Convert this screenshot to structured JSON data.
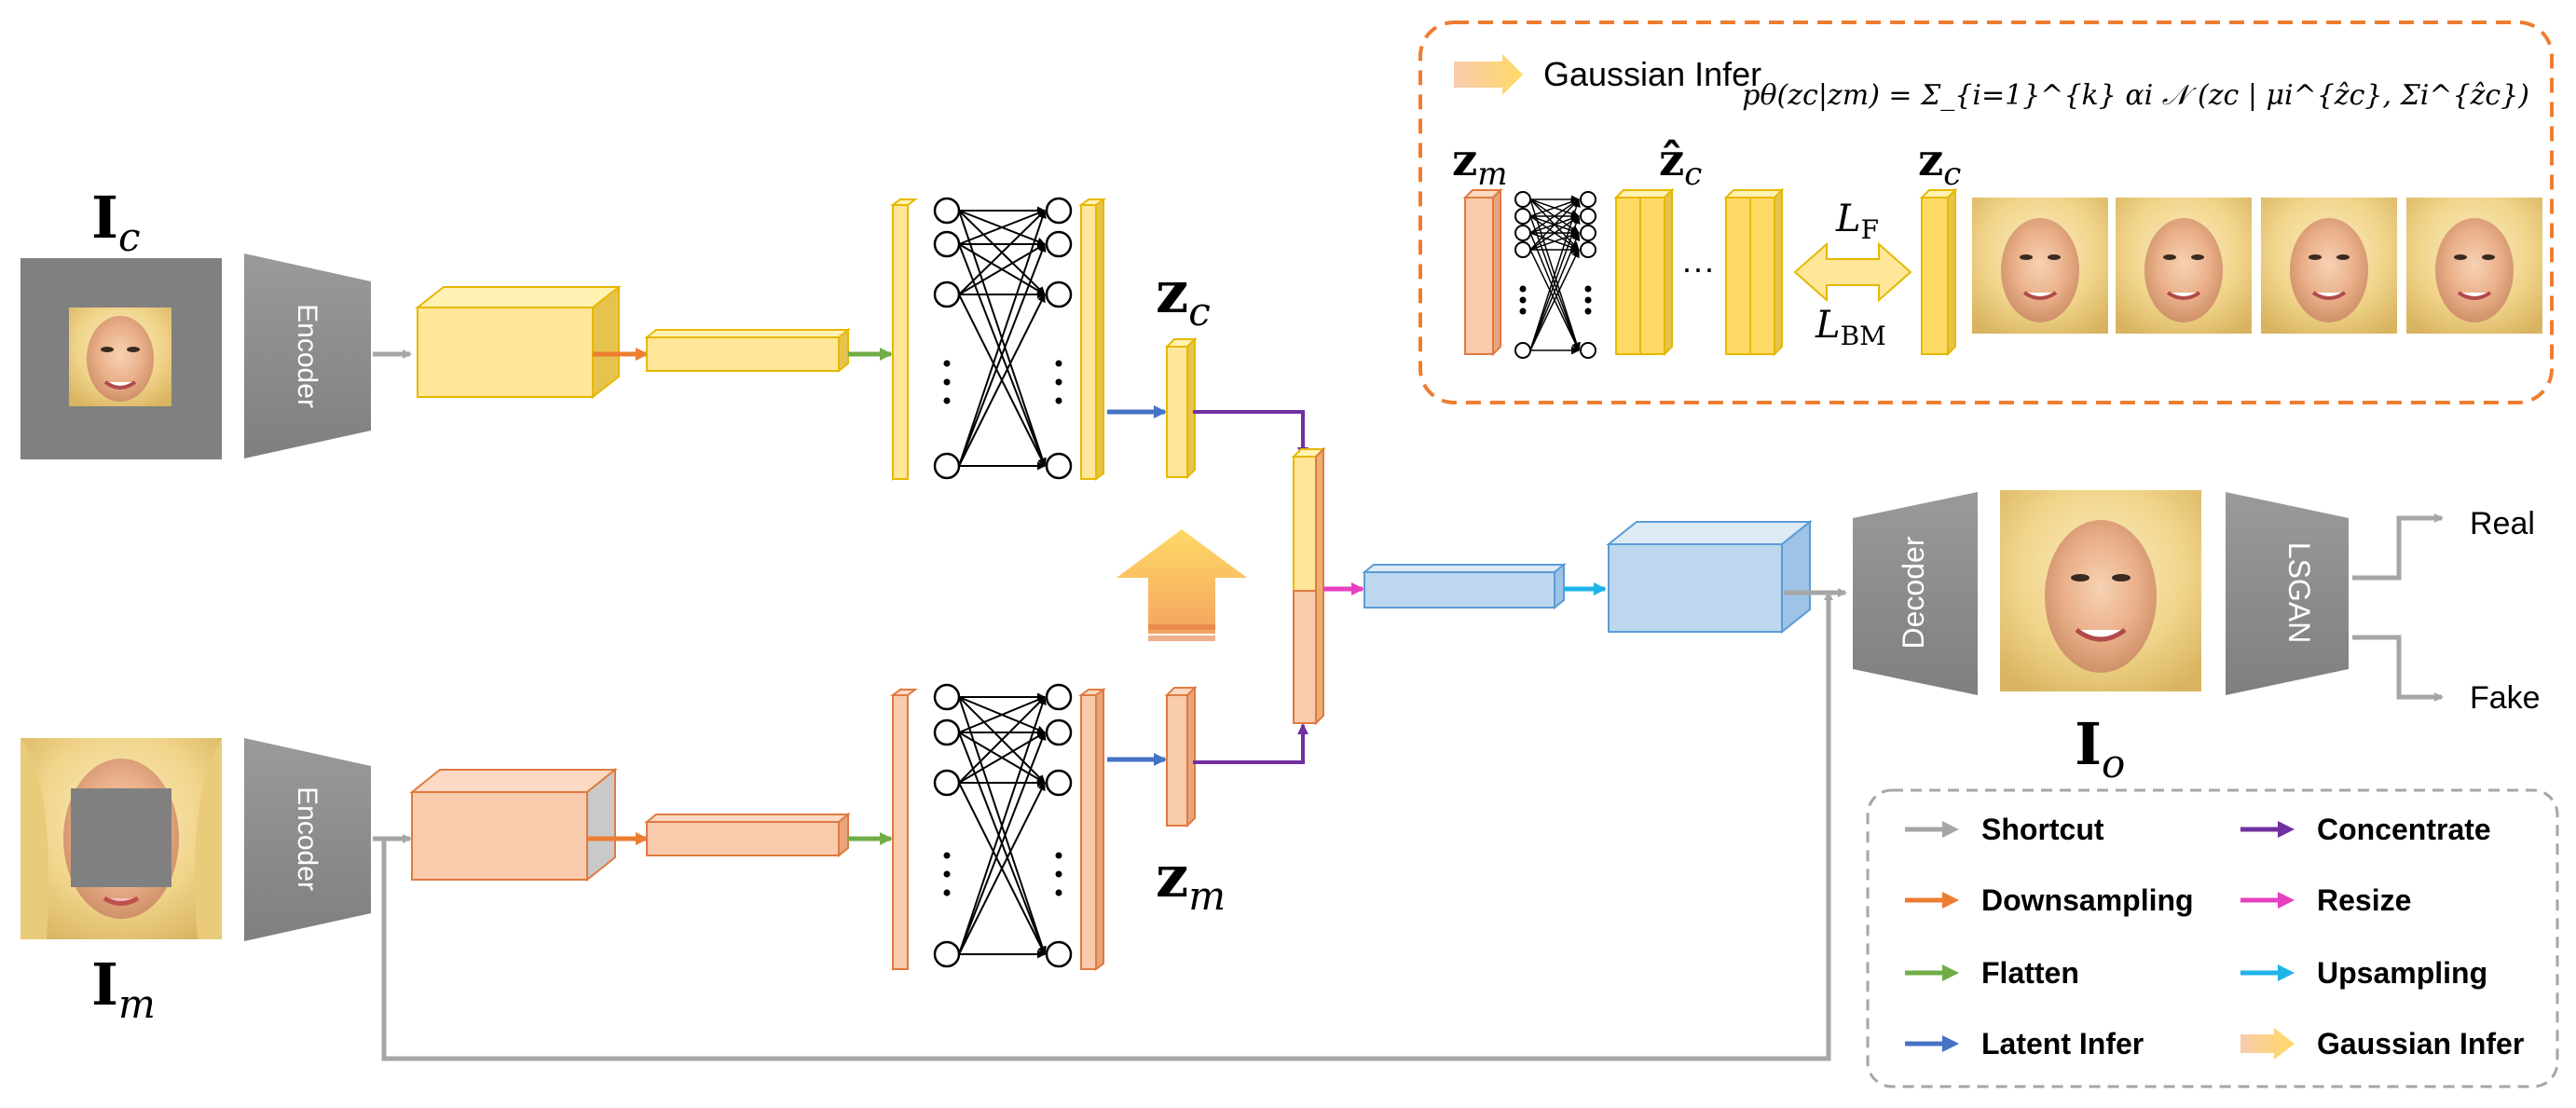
{
  "inputs": {
    "ic_label": "I",
    "ic_sub": "c",
    "im_label": "I",
    "im_sub": "m",
    "io_label": "I",
    "io_sub": "o"
  },
  "latents": {
    "zc_label": "z",
    "zc_sub": "c",
    "zm_label": "z",
    "zm_sub": "m"
  },
  "blocks": {
    "encoder_top": "Encoder",
    "encoder_bottom": "Encoder",
    "decoder": "Decoder",
    "lsgan": "LSGAN"
  },
  "outputs": {
    "real": "Real",
    "fake": "Fake"
  },
  "inset": {
    "title": "Gaussian Infer",
    "formula_lhs": "p",
    "formula_theta": "θ",
    "formula_body": "(z",
    "formula_text": "pθ(zc|zm) = Σ_{i=1}^{k} αi 𝒩 (zc | μi^{ẑc}, Σi^{ẑc})",
    "zm_label": "z",
    "zm_sub": "m",
    "zhat_label": "ẑ",
    "zhat_sub": "c",
    "zc_label": "z",
    "zc_sub": "c",
    "ellipsis": "···",
    "loss_f": "L",
    "loss_f_sub": "F",
    "loss_bm": "L",
    "loss_bm_sub": "BM"
  },
  "legend": [
    {
      "label": "Shortcut",
      "color": "#a6a6a6",
      "kind": "arrow"
    },
    {
      "label": "Concentrate",
      "color": "#7030a0",
      "kind": "arrow"
    },
    {
      "label": "Downsampling",
      "color": "#ed7d31",
      "kind": "arrow"
    },
    {
      "label": "Resize",
      "color": "#e83fc0",
      "kind": "arrow"
    },
    {
      "label": "Flatten",
      "color": "#70ad47",
      "kind": "arrow"
    },
    {
      "label": "Upsampling",
      "color": "#1fb3e8",
      "kind": "arrow"
    },
    {
      "label": "Latent Infer",
      "color": "#4472c4",
      "kind": "arrow"
    },
    {
      "label": "Gaussian Infer",
      "color": "#f5b04b",
      "kind": "gaussian"
    }
  ],
  "colors": {
    "yellow": "#ffe699",
    "yellow_dark": "#f2c94c",
    "yellow_edge": "#e6b800",
    "orange": "#f8cbad",
    "orange_dark": "#e08b5a",
    "orange_edge": "#e07a3f",
    "blue": "#bdd7ee",
    "blue_dark": "#7aa6d6",
    "blue_edge": "#5b9bd5",
    "gray_block": "#8c8c8c",
    "inset_border": "#ed7d31",
    "legend_border": "#a6a6a6"
  }
}
